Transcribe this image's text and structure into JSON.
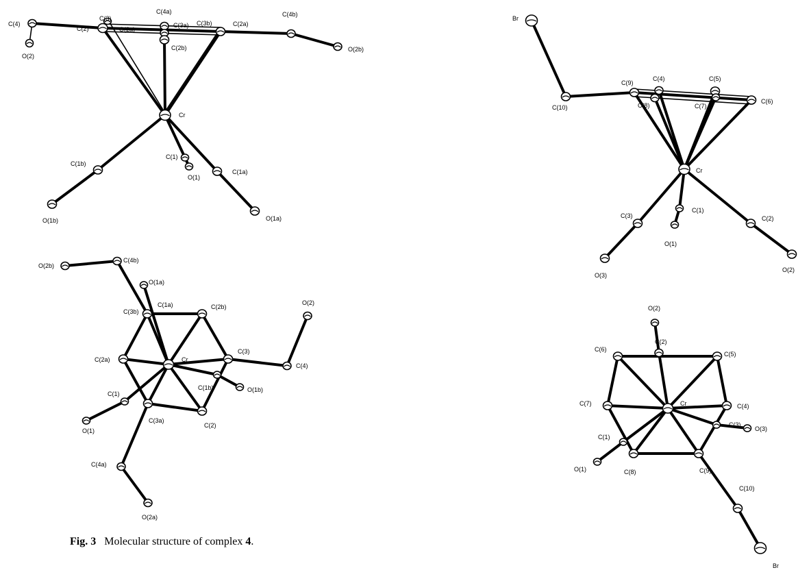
{
  "caption": {
    "figure_label": "Fig. 3",
    "text": "Molecular structure of complex ",
    "compound": "4",
    "period": "."
  },
  "panels": [
    {
      "id": "top-left",
      "atoms": [
        {
          "id": "Cr",
          "label": "Cr"
        },
        {
          "id": "C2",
          "label": "C(2)"
        },
        {
          "id": "C3",
          "label": "C(3)"
        },
        {
          "id": "C4a",
          "label": "C(4a)"
        },
        {
          "id": "C3a",
          "label": "C(3a)"
        },
        {
          "id": "C3b",
          "label": "C(3b)"
        },
        {
          "id": "C2a",
          "label": "C(2a)"
        },
        {
          "id": "C2b",
          "label": "C(2b)"
        },
        {
          "id": "C4",
          "label": "C(4)"
        },
        {
          "id": "O2",
          "label": "O(2)"
        },
        {
          "id": "O2a",
          "label": "O(2a)"
        },
        {
          "id": "C4b",
          "label": "C(4b)"
        },
        {
          "id": "O2b",
          "label": "O(2b)"
        },
        {
          "id": "C1b",
          "label": "C(1b)"
        },
        {
          "id": "O1b",
          "label": "O(1b)"
        },
        {
          "id": "C1",
          "label": "C(1)"
        },
        {
          "id": "O1",
          "label": "O(1)"
        },
        {
          "id": "C1a",
          "label": "C(1a)"
        },
        {
          "id": "O1a",
          "label": "O(1a)"
        }
      ]
    },
    {
      "id": "bottom-left",
      "atoms": [
        {
          "id": "Cr",
          "label": "Cr"
        },
        {
          "id": "O2b",
          "label": "O(2b)"
        },
        {
          "id": "C4b",
          "label": "C(4b)"
        },
        {
          "id": "O1a",
          "label": "O(1a)"
        },
        {
          "id": "C3b",
          "label": "C(3b)"
        },
        {
          "id": "C1a",
          "label": "C(1a)"
        },
        {
          "id": "C2b",
          "label": "C(2b)"
        },
        {
          "id": "O2",
          "label": "O(2)"
        },
        {
          "id": "C2a",
          "label": "C(2a)"
        },
        {
          "id": "C3",
          "label": "C(3)"
        },
        {
          "id": "C4",
          "label": "C(4)"
        },
        {
          "id": "C1b",
          "label": "C(1b)"
        },
        {
          "id": "O1b",
          "label": "O(1b)"
        },
        {
          "id": "C1",
          "label": "C(1)"
        },
        {
          "id": "O1",
          "label": "O(1)"
        },
        {
          "id": "C3a",
          "label": "C(3a)"
        },
        {
          "id": "C2",
          "label": "C(2)"
        },
        {
          "id": "C4a",
          "label": "C(4a)"
        },
        {
          "id": "O2a",
          "label": "O(2a)"
        }
      ]
    },
    {
      "id": "top-right",
      "atoms": [
        {
          "id": "Cr",
          "label": "Cr"
        },
        {
          "id": "Br",
          "label": "Br"
        },
        {
          "id": "C10",
          "label": "C(10)"
        },
        {
          "id": "C9",
          "label": "C(9)"
        },
        {
          "id": "C4",
          "label": "C(4)"
        },
        {
          "id": "C8",
          "label": "C(8)"
        },
        {
          "id": "C5",
          "label": "C(5)"
        },
        {
          "id": "C7",
          "label": "C(7)"
        },
        {
          "id": "C6",
          "label": "C(6)"
        },
        {
          "id": "C3",
          "label": "C(3)"
        },
        {
          "id": "O3",
          "label": "O(3)"
        },
        {
          "id": "C1",
          "label": "C(1)"
        },
        {
          "id": "O1",
          "label": "O(1)"
        },
        {
          "id": "C2",
          "label": "C(2)"
        },
        {
          "id": "O2",
          "label": "O(2)"
        }
      ]
    },
    {
      "id": "bottom-right",
      "atoms": [
        {
          "id": "Cr",
          "label": "Cr"
        },
        {
          "id": "O2",
          "label": "O(2)"
        },
        {
          "id": "C2",
          "label": "C(2)"
        },
        {
          "id": "C6",
          "label": "C(6)"
        },
        {
          "id": "C5",
          "label": "C(5)"
        },
        {
          "id": "C7",
          "label": "C(7)"
        },
        {
          "id": "C4",
          "label": "C(4)"
        },
        {
          "id": "C3",
          "label": "C(3)"
        },
        {
          "id": "O3",
          "label": "O(3)"
        },
        {
          "id": "C1",
          "label": "C(1)"
        },
        {
          "id": "O1",
          "label": "O(1)"
        },
        {
          "id": "C8",
          "label": "C(8)"
        },
        {
          "id": "C9",
          "label": "C(9)"
        },
        {
          "id": "C10",
          "label": "C(10)"
        },
        {
          "id": "Br",
          "label": "Br"
        }
      ]
    }
  ]
}
